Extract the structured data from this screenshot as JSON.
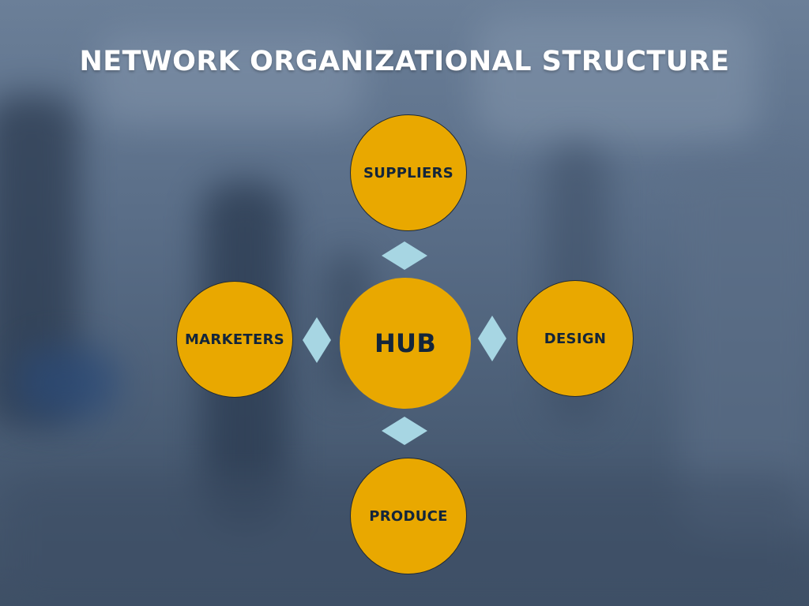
{
  "title": "NETWORK ORGANIZATIONAL STRUCTURE",
  "hub": {
    "label": "HUB"
  },
  "nodes": {
    "suppliers": "SUPPLIERS",
    "marketers": "MARKETERS",
    "design": "DESIGN",
    "produce": "PRODUCE"
  },
  "colors": {
    "node_fill": "#e9a800",
    "node_text": "#13253b",
    "connector": "#a7d6e3",
    "title_text": "#ffffff",
    "background": "#4f627a"
  }
}
